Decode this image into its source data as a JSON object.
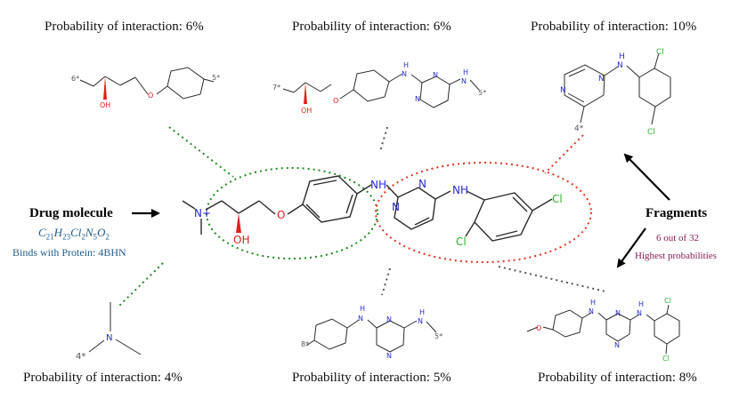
{
  "probabilities": {
    "top_left": "Probability of interaction: 6%",
    "top_center": "Probability of interaction: 6%",
    "top_right": "Probability of interaction: 10%",
    "bottom_left": "Probability of interaction: 4%",
    "bottom_center": "Probability of interaction: 5%",
    "bottom_right": "Probability of interaction: 8%"
  },
  "drug": {
    "title": "Drug molecule",
    "formula_parts": [
      "C",
      "21",
      "H",
      "23",
      "Cl",
      "2",
      "N",
      "5",
      "O",
      "2"
    ],
    "binds": "Binds with Protein: 4BHN"
  },
  "fragments": {
    "title": "Fragments",
    "count": "6 out of 32",
    "note": "Highest probabilities"
  },
  "atoms": {
    "N": "N",
    "NH": "NH",
    "O": "O",
    "OH": "OH",
    "Cl": "Cl",
    "H": "H",
    "Nplus": "N+",
    "star4": "4*",
    "star5": "5*",
    "star6": "6*",
    "star7": "7*",
    "star8": "8*"
  },
  "colors": {
    "nitrogen": "#2a2ad1",
    "oxygen": "#e0201b",
    "chlorine": "#2db52d",
    "bond": "#2b2b2b",
    "green_ellipse": "#1e8a1e",
    "red_ellipse": "#e0301b",
    "formula_text": "#1f5b8c",
    "fragment_note": "#8a1f5a"
  }
}
